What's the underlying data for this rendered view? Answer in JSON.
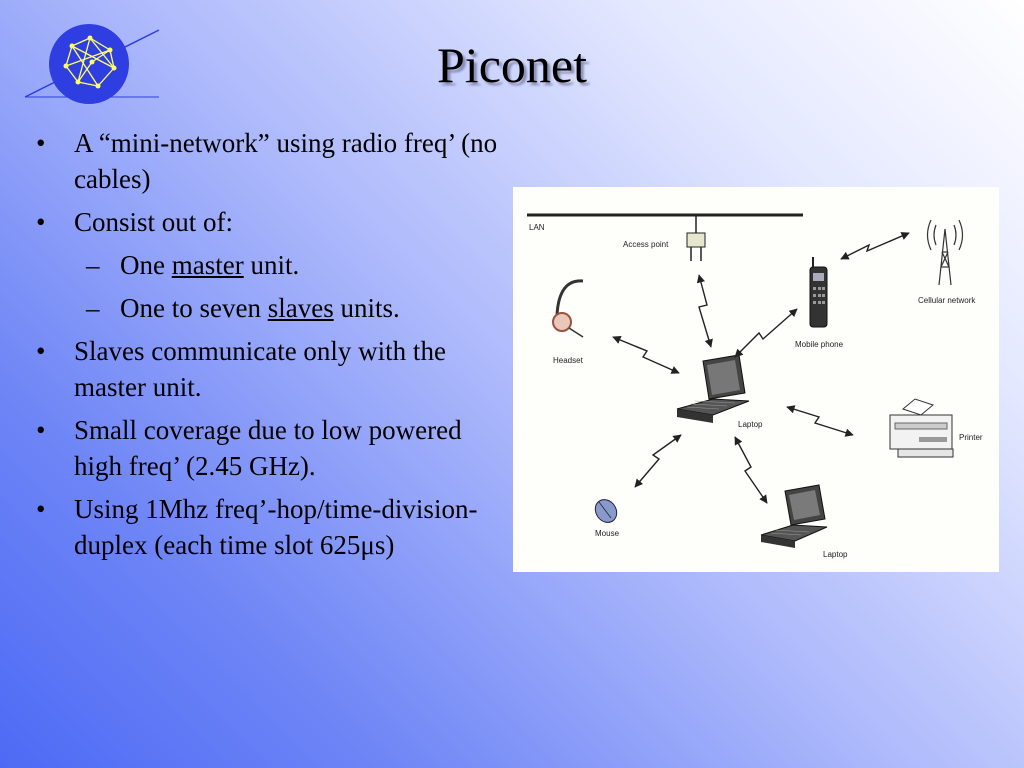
{
  "slide": {
    "title": "Piconet",
    "bullets": [
      {
        "text": "A “mini-network” using radio freq’ (no cables)"
      },
      {
        "text": "Consist out of:"
      },
      {
        "pre": "One ",
        "link": "master",
        "post": " unit."
      },
      {
        "pre": "One to seven ",
        "link": "slaves",
        "post": " units."
      },
      {
        "text": "Slaves communicate only with the master unit."
      },
      {
        "text": "Small coverage due to low powered high freq’ (2.45 GHz)."
      },
      {
        "text": "Using 1Mhz freq’-hop/time-division-duplex (each time slot 625μs)"
      }
    ],
    "bullet_symbol": "•",
    "sub_bullet_symbol": "–"
  },
  "diagram": {
    "labels": {
      "lan": "LAN",
      "access_point": "Access point",
      "cellular_network": "Cellular network",
      "mobile_phone": "Mobile phone",
      "headset": "Headset",
      "laptop_master": "Laptop",
      "printer": "Printer",
      "mouse": "Mouse",
      "laptop_slave": "Laptop"
    }
  },
  "colors": {
    "background_light": "#ffffff",
    "background_dark": "#4d6af5",
    "logo_blue": "#2f3ee0",
    "logo_lines": "#ffff66"
  }
}
